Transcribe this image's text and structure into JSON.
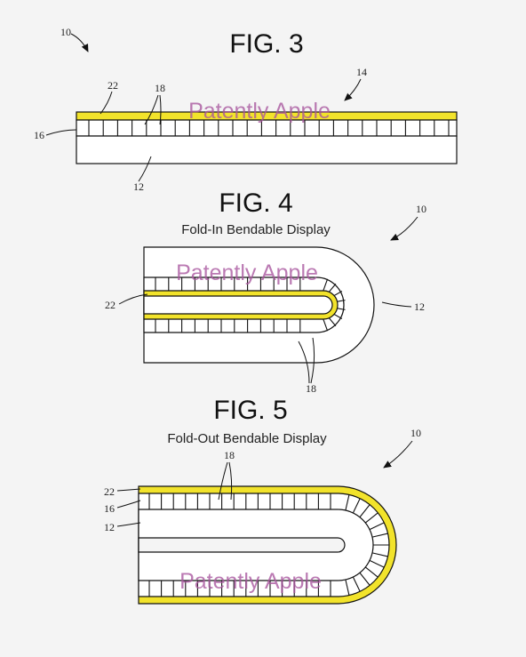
{
  "figures": {
    "fig3": {
      "title": "FIG. 3",
      "watermark": "Patently Apple",
      "refs": {
        "r10": "10",
        "r14": "14",
        "r22": "22",
        "r18": "18",
        "r16": "16",
        "r12": "12"
      }
    },
    "fig4": {
      "title": "FIG. 4",
      "subtitle": "Fold-In Bendable Display",
      "watermark": "Patently Apple",
      "refs": {
        "r10": "10",
        "r22": "22",
        "r12": "12",
        "r18": "18"
      }
    },
    "fig5": {
      "title": "FIG. 5",
      "subtitle": "Fold-Out Bendable Display",
      "watermark": "Patently Apple",
      "refs": {
        "r10": "10",
        "r18": "18",
        "r22": "22",
        "r16": "16",
        "r12": "12"
      }
    }
  },
  "colors": {
    "highlight": "#f2e32b",
    "line": "#111111",
    "watermark": "#a8569e",
    "background": "#f4f4f4"
  }
}
